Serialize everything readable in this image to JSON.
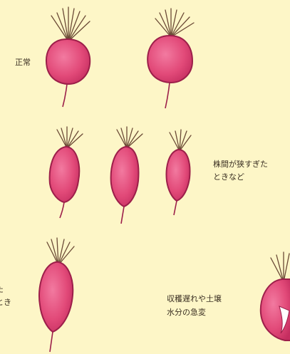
{
  "labels": {
    "normal": "正常",
    "crowded_line1": "株間が狭すぎた",
    "crowded_line2": "ときなど",
    "left_line1": "た",
    "left_line2": "とき",
    "late_line1": "収穫遅れや土壌",
    "late_line2": "水分の急変"
  },
  "colors": {
    "background": "#fdf6c7",
    "root_body": "#e24a79",
    "root_outline": "#9c1f4a",
    "root_highlight": "#f27aa0",
    "stems": "#6b4a36",
    "crack": "#ffffff"
  }
}
